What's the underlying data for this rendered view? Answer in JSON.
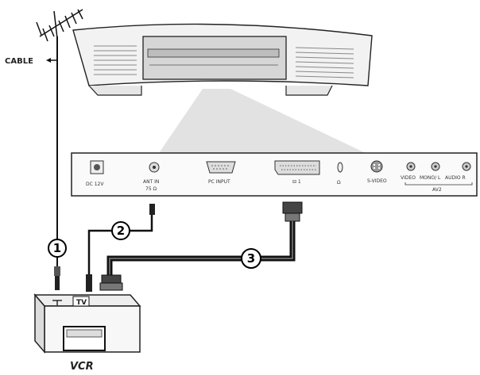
{
  "labels": {
    "cable": "CABLE",
    "vcr": "VCR",
    "vcr_tv_badge": "TV"
  },
  "panel_connectors": {
    "dc": "DC 12V",
    "antenna": "ANT IN",
    "antenna_ohm": "75 Ω",
    "pc_input": "PC INPUT",
    "scart": "⊟ 1",
    "headphone": "Ω",
    "svideo": "S-VIDEO",
    "video": "VIDEO",
    "audio_mono_l": "MONO/ L",
    "audio_r": "AUDIO R",
    "av2": "AV2"
  },
  "callouts": {
    "one": "1",
    "two": "2",
    "three": "3"
  }
}
